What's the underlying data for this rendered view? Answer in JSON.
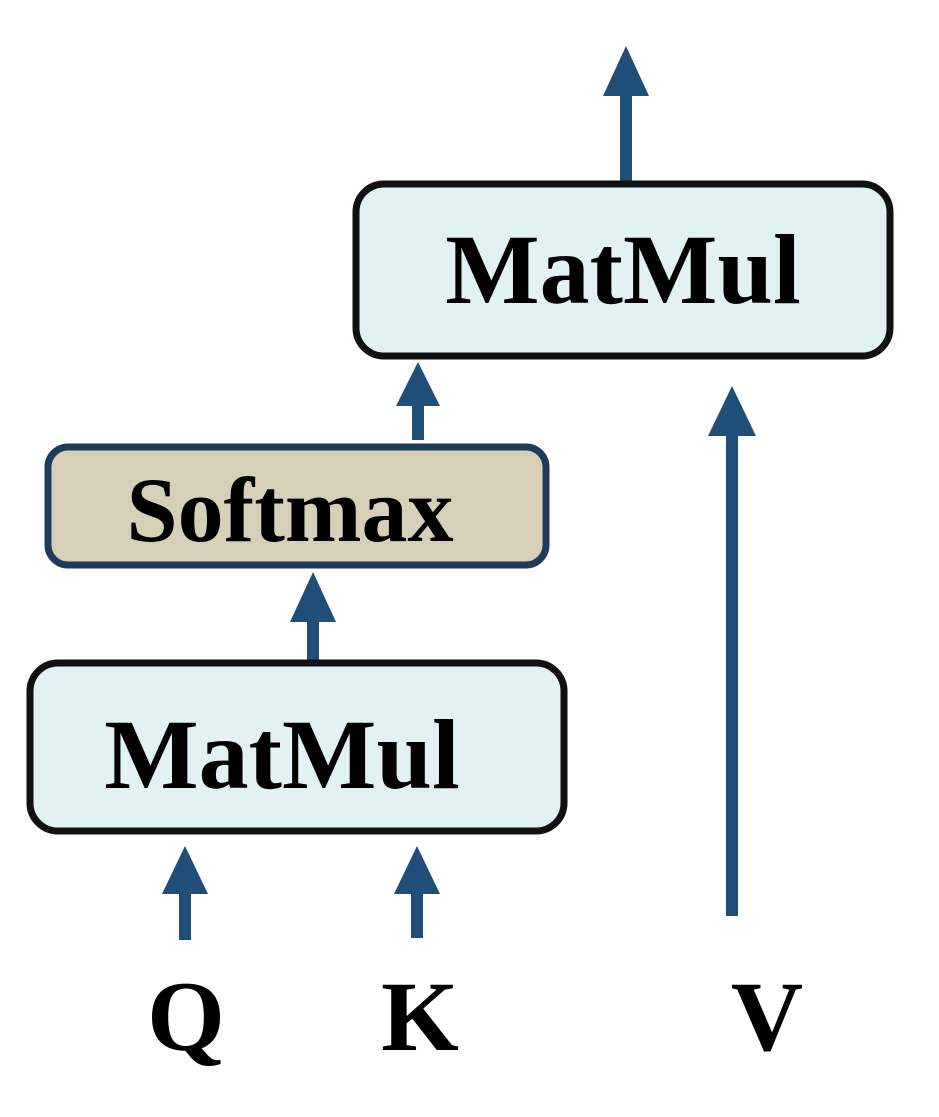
{
  "colors": {
    "arrow": "#1f4e79",
    "box_stroke": "#111111",
    "softmax_stroke": "#1f3b5c",
    "matmul_fill": "#e2f1f1",
    "softmax_fill": "#d6d0b8",
    "text": "#000000"
  },
  "diagram": {
    "blocks": {
      "matmul_top": {
        "label": "MatMul"
      },
      "softmax": {
        "label": "Softmax"
      },
      "matmul_bottom": {
        "label": "MatMul"
      }
    },
    "inputs": {
      "q": {
        "label": "Q"
      },
      "k": {
        "label": "K"
      },
      "v": {
        "label": "V"
      }
    }
  }
}
